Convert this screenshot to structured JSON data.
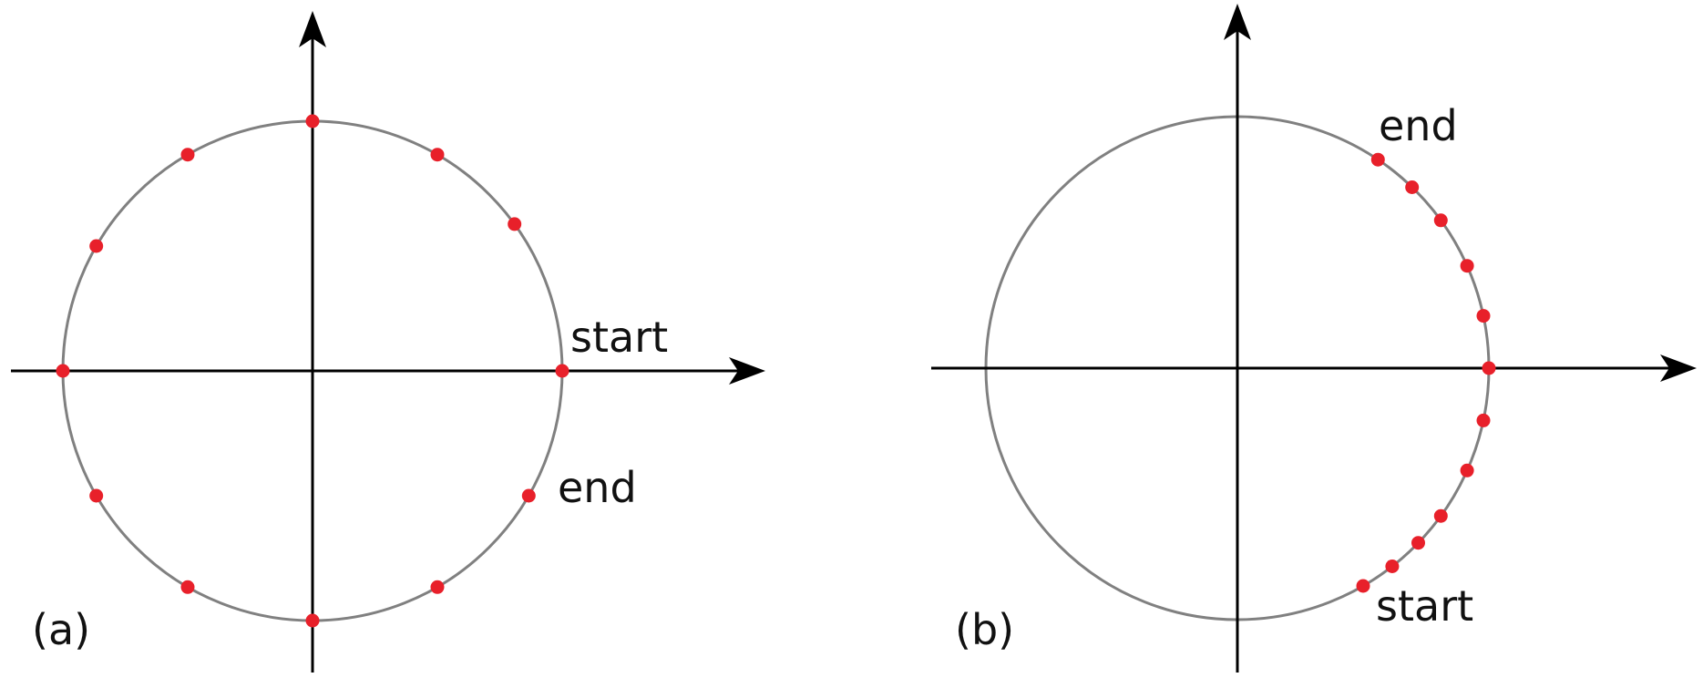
{
  "colors": {
    "axis": "#000000",
    "circle": "#808080",
    "point": "#e8202a",
    "text": "#111111"
  },
  "panels": [
    {
      "id": "a",
      "panel_label": "(a)",
      "start_label": "start",
      "end_label": "end",
      "point_angles_deg": [
        0,
        36,
        60,
        90,
        120,
        150,
        180,
        210,
        240,
        270,
        300,
        330
      ]
    },
    {
      "id": "b",
      "panel_label": "(b)",
      "start_label": "start",
      "end_label": "end",
      "point_angles_deg": [
        -60,
        -52,
        -44,
        -36,
        -24,
        -12,
        0,
        12,
        24,
        36,
        46,
        56
      ]
    }
  ]
}
